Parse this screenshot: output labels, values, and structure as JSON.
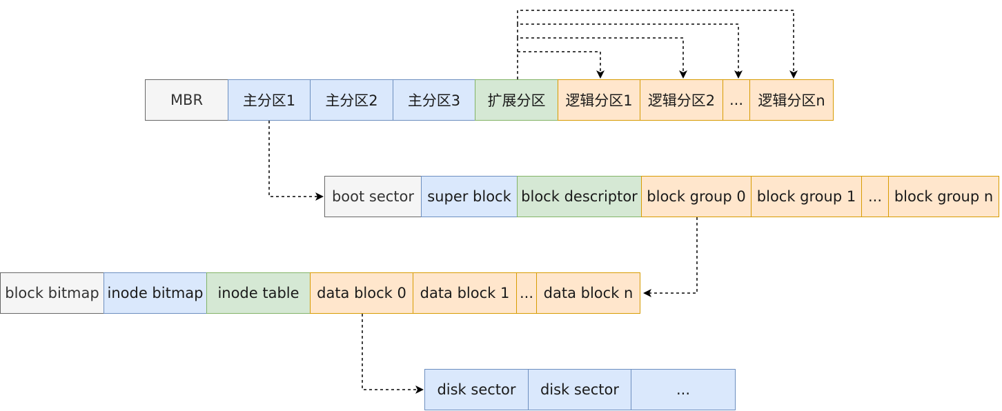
{
  "rows": {
    "partitions": [
      "MBR",
      "主分区1",
      "主分区2",
      "主分区3",
      "扩展分区",
      "逻辑分区1",
      "逻辑分区2",
      "...",
      "逻辑分区n"
    ],
    "filesystem": [
      "boot sector",
      "super block",
      "block descriptor",
      "block group 0",
      "block group 1",
      "...",
      "block group n"
    ],
    "block_group": [
      "block bitmap",
      "inode bitmap",
      "inode table",
      "data block 0",
      "data block 1",
      "...",
      "data block n"
    ],
    "data_block": [
      "disk sector",
      "disk sector",
      "..."
    ]
  },
  "colors": {
    "gray": "#f5f5f5",
    "blue": "#dae8fc",
    "green": "#d5e8d4",
    "orange": "#ffe6cc"
  }
}
